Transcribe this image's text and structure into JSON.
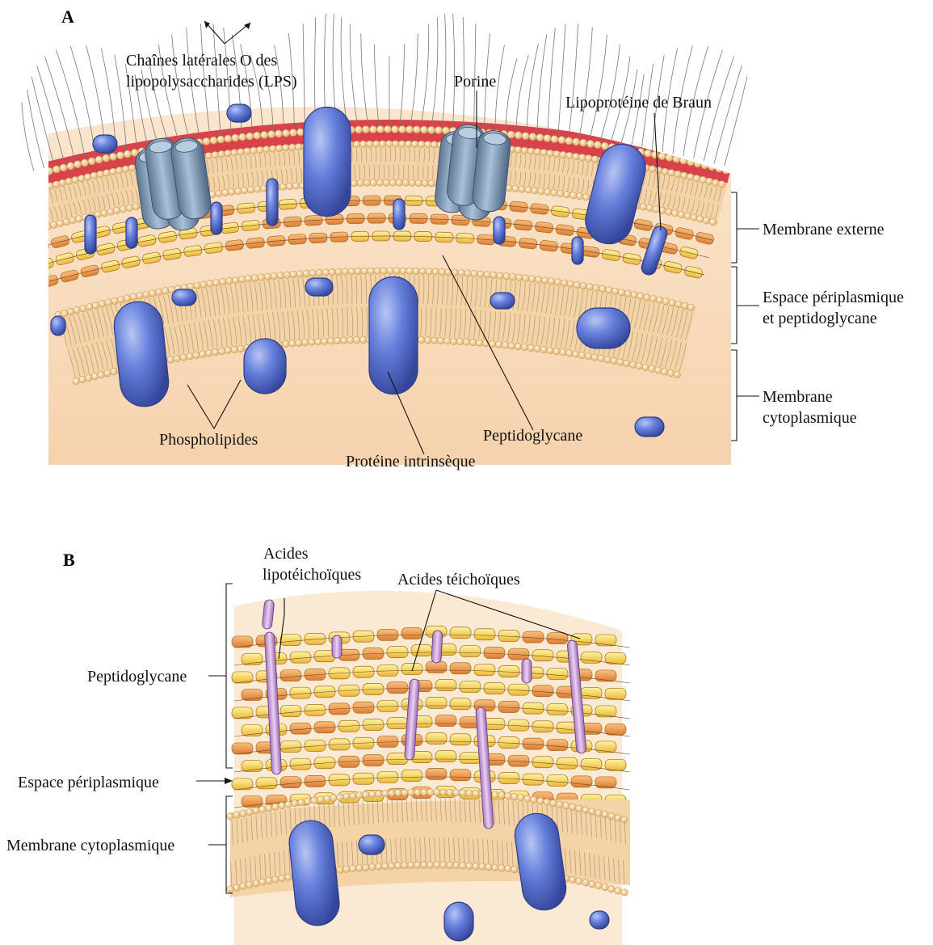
{
  "panel_a": {
    "letter": "A",
    "labels": {
      "lps_line1": "Chaînes latérales O des",
      "lps_line2": "lipopolysaccharides (LPS)",
      "porine": "Porine",
      "braun": "Lipoprotéine de Braun",
      "membrane_externe": "Membrane externe",
      "espace_line1": "Espace périplasmique",
      "espace_line2": "et peptidoglycane",
      "membrane_cyto_line1": "Membrane",
      "membrane_cyto_line2": "cytoplasmique",
      "phospholipides": "Phospholipides",
      "proteine": "Protéine intrinsèque",
      "peptidoglycane": "Peptidoglycane"
    }
  },
  "panel_b": {
    "letter": "B",
    "labels": {
      "lipoteichoiques_line1": "Acides",
      "lipoteichoiques_line2": "lipotéichoïques",
      "teichoiques": "Acides téichoïques",
      "peptidoglycane": "Peptidoglycane",
      "espace": "Espace périplasmique",
      "membrane": "Membrane cytoplasmique"
    }
  },
  "colors": {
    "lps_red": "#d9424a",
    "lipid_head": "#f2cf94",
    "protein_blue": "#5b72d6",
    "porin_steel": "#7d9bb8",
    "pg_yellow": "#f6d34e",
    "pg_orange": "#ec9448",
    "teichoic_violet": "#c79ad8",
    "background_peach": "#fbe7cf"
  }
}
